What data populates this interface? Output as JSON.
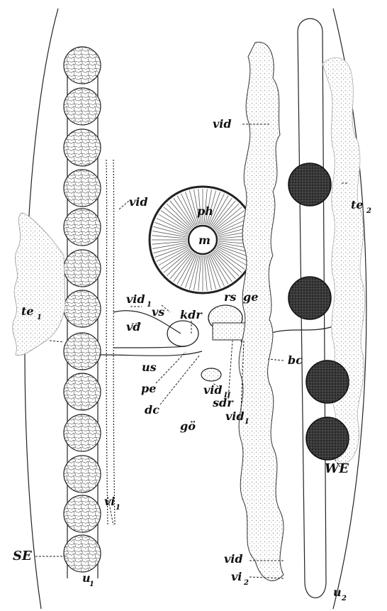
{
  "figure": {
    "labels": {
      "ph": "ph",
      "m": "m",
      "vid_top": "vid",
      "vid_right_top": "vid",
      "te1": "te",
      "te1_sub": "1",
      "te2": "te",
      "te2_sub": "2",
      "vid1": "vid",
      "vid1_sub": "1",
      "vs": "vs",
      "kdr": "kdr",
      "rs": "rs",
      "ge": "ge",
      "vd": "vd",
      "us": "us",
      "pe": "pe",
      "dc": "dc",
      "go": "gö",
      "vid_ii": "vid",
      "vid_ii_sub": "II",
      "sdr": "sdr",
      "vid_i2": "vid",
      "vid_i2_sub": "I",
      "bc": "bc",
      "vi1": "vi",
      "vi1_sub": "1",
      "SE": "SE",
      "u1": "u",
      "u1_sub": "1",
      "WE": "WE",
      "vid_bottom": "vid",
      "vi2": "vi",
      "vi2_sub": "2",
      "u2": "u",
      "u2_sub": "2"
    },
    "colors": {
      "ink": "#222222",
      "egg_dark": "#2a2a2a",
      "stipple": "#bdbdbd",
      "background": "#ffffff"
    }
  }
}
